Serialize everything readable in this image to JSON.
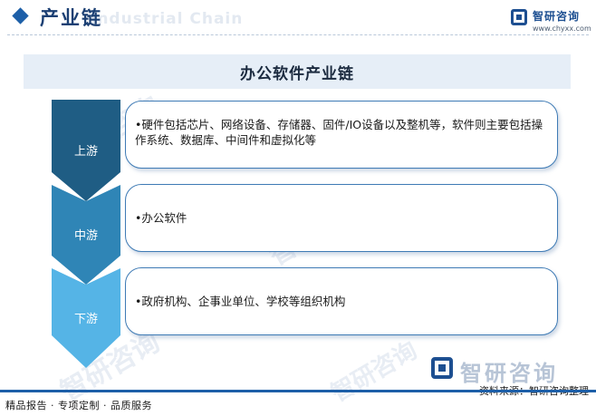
{
  "header": {
    "title": "产业链",
    "title_watermark": "Industrial Chain",
    "brand_name": "智研咨询",
    "brand_url": "www.chyxx.com"
  },
  "banner": {
    "title": "办公软件产业链"
  },
  "stages": [
    {
      "label": "上游",
      "text": "•硬件包括芯片、网络设备、存储器、固件/IO设备以及整机等，软件则主要包括操作系统、数据库、中间件和虚拟化等"
    },
    {
      "label": "中游",
      "text": "•办公软件"
    },
    {
      "label": "下游",
      "text": "•政府机构、企事业单位、学校等组织机构"
    }
  ],
  "colors": {
    "stage_upstream": "#1f5d84",
    "stage_midstream": "#2f85b6",
    "stage_downstream": "#55b4e6",
    "box_border": "#3f7bb5",
    "accent": "#1d5fa8"
  },
  "watermark": {
    "brand": "智研咨询"
  },
  "footer": {
    "left": "精品报告 · 专项定制 · 品质服务",
    "source": "资料来源：智研咨询整理",
    "brand": "智研咨询"
  }
}
